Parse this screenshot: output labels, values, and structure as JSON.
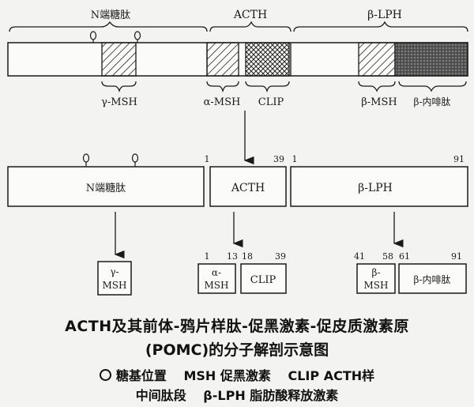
{
  "precursor": {
    "labels": {
      "n_terminal": "N端糖肽",
      "acth": "ACTH",
      "b_lph": "β-LPH"
    },
    "segments": {
      "g_msh": "γ-MSH",
      "a_msh": "α-MSH",
      "clip": "CLIP",
      "b_msh": "β-MSH",
      "b_endorphin": "β-内啡肽"
    }
  },
  "cleaved": {
    "n_terminal": "N端糖肽",
    "acth": "ACTH",
    "acth_start": "1",
    "acth_end": "39",
    "b_lph": "β-LPH",
    "b_lph_start": "1",
    "b_lph_end": "91"
  },
  "products": {
    "g_msh": {
      "line1": "γ-",
      "line2": "MSH"
    },
    "a_msh": {
      "line1": "α-",
      "line2": "MSH",
      "start": "1",
      "end": "13"
    },
    "clip": {
      "label": "CLIP",
      "start": "18",
      "end": "39"
    },
    "b_msh": {
      "line1": "β-",
      "line2": "MSH",
      "start": "41",
      "end": "58"
    },
    "b_endorphin": {
      "label": "β-内啡肽",
      "start": "61",
      "end": "91"
    }
  },
  "caption": {
    "line1": "ACTH及其前体-鸦片样肽-促黑激素-促皮质激素原",
    "line2": "(POMC)的分子解剖示意图"
  },
  "legend": {
    "glyco_site": "糖基位置",
    "msh_term": "MSH",
    "msh_desc": "促黑激素",
    "clip_term": "CLIP",
    "clip_desc": "ACTH样",
    "clip_desc2": "中间肽段",
    "lph_term": "β-LPH",
    "lph_desc": "脂肪酸释放激素"
  }
}
